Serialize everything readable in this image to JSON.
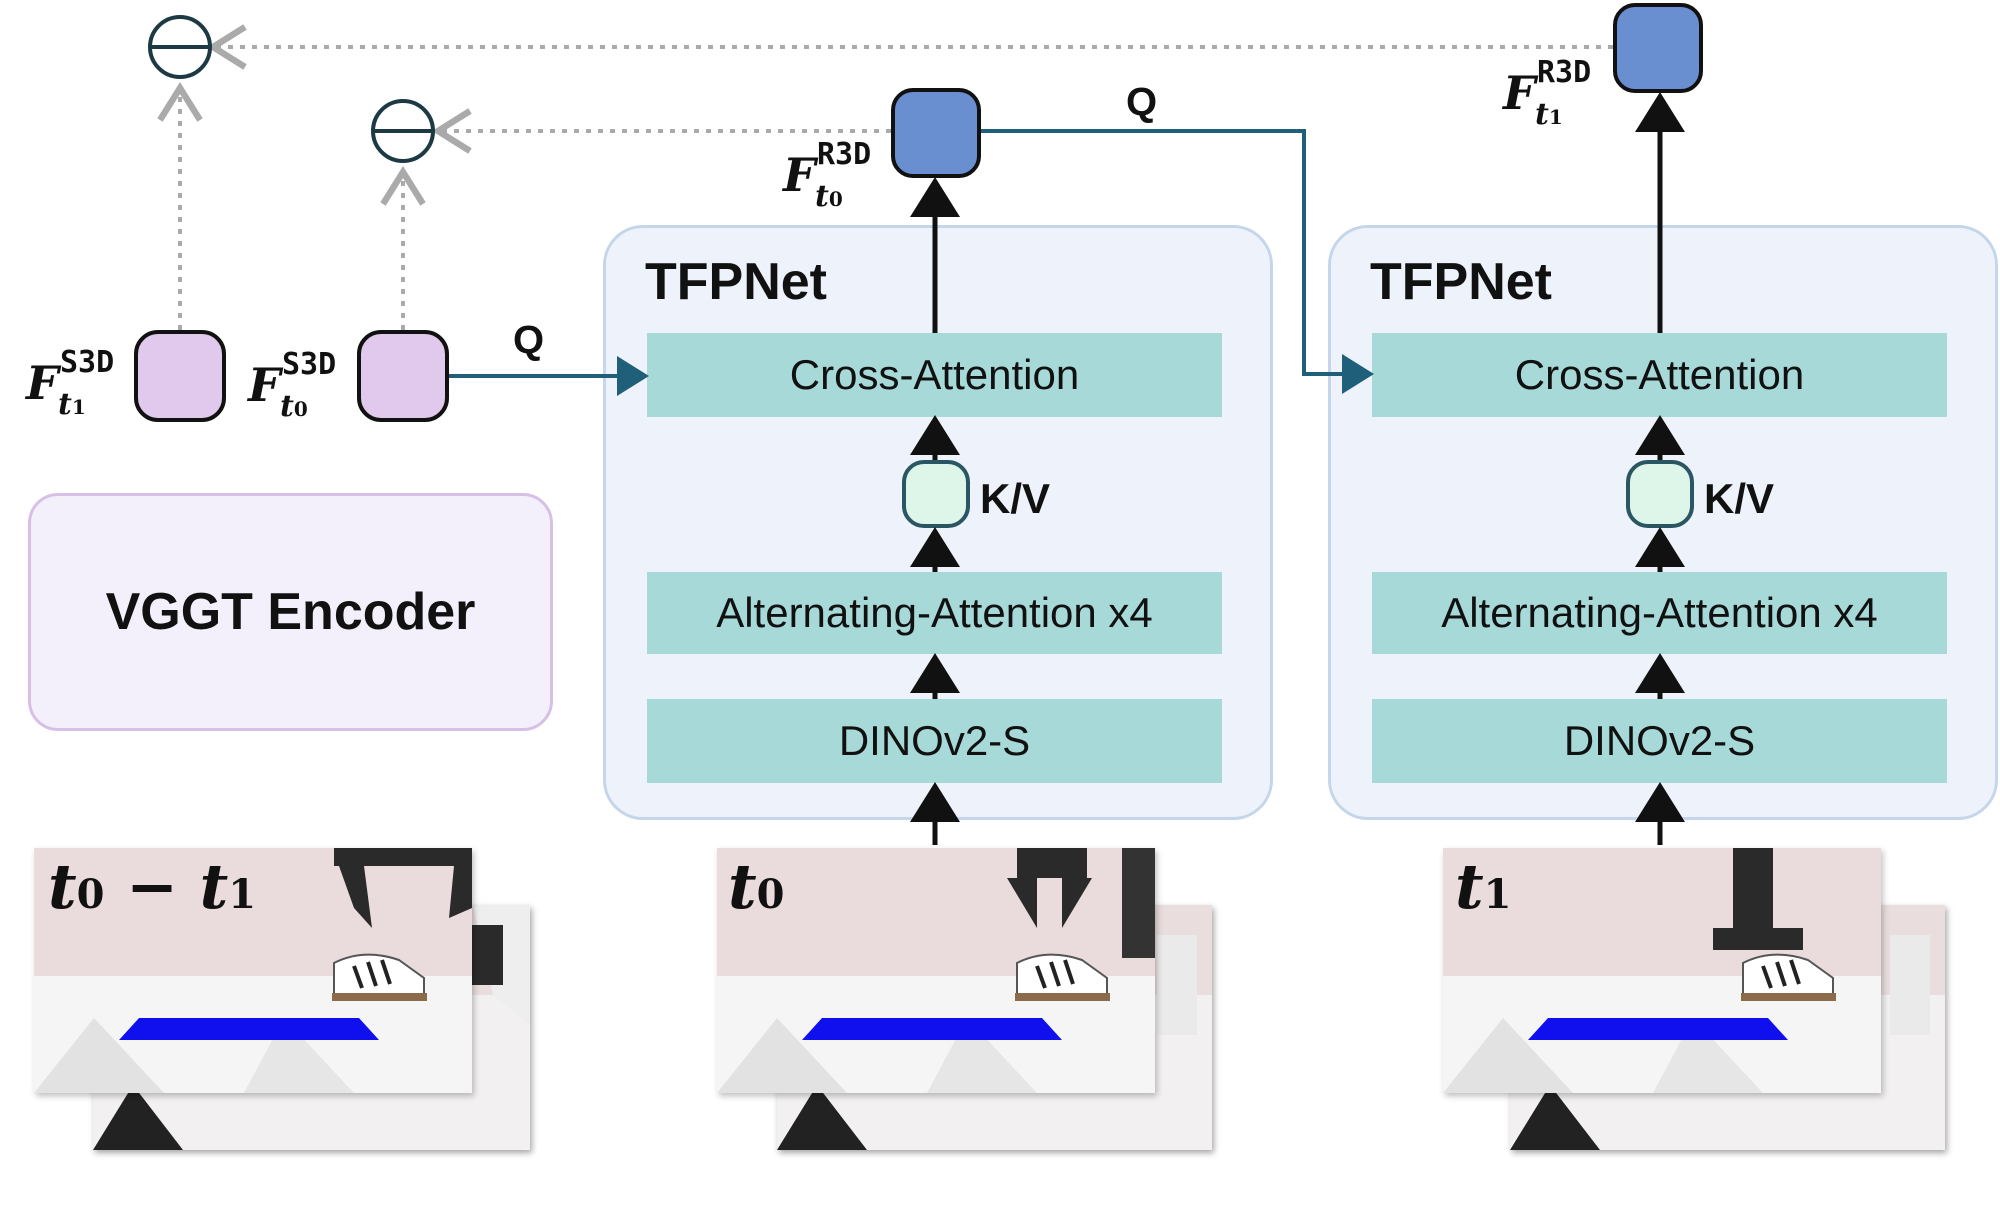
{
  "tfpnet_left": {
    "title": "TFPNet",
    "cross_attention": "Cross-Attention",
    "kv_label": "K/V",
    "alternating": "Alternating-Attention x4",
    "dino": "DINOv2-S"
  },
  "tfpnet_right": {
    "title": "TFPNet",
    "cross_attention": "Cross-Attention",
    "kv_label": "K/V",
    "alternating": "Alternating-Attention x4",
    "dino": "DINOv2-S"
  },
  "encoder": {
    "label": "VGGT Encoder"
  },
  "query_labels": {
    "q_left": "Q",
    "q_right": "Q"
  },
  "features": {
    "s3d_t1": {
      "base": "F",
      "sup": "S3D",
      "sub": "t",
      "sub_index": "1"
    },
    "s3d_t0": {
      "base": "F",
      "sup": "S3D",
      "sub": "t",
      "sub_index": "0"
    },
    "r3d_t0": {
      "base": "F",
      "sup": "R3D",
      "sub": "t",
      "sub_index": "0"
    },
    "r3d_t1": {
      "base": "F",
      "sup": "R3D",
      "sub": "t",
      "sub_index": "1"
    }
  },
  "frames": {
    "diff": {
      "t_a": "t",
      "idx_a": "0",
      "minus": " − ",
      "t_b": "t",
      "idx_b": "1"
    },
    "t0": {
      "t": "t",
      "idx": "0"
    },
    "t1": {
      "t": "t",
      "idx": "1"
    }
  },
  "colors": {
    "panel_bg": "#eef3fb",
    "block": "#a7d9d9",
    "r3d_node": "#6a8fd0",
    "s3d_node": "#e0c9ec",
    "kv_node": "#def5ea",
    "query_line": "#1f5f7a",
    "dotted_line": "#aaaaaa",
    "target_blue": "#1010ee"
  },
  "icons": {
    "subtract": "circle-minus-icon"
  }
}
